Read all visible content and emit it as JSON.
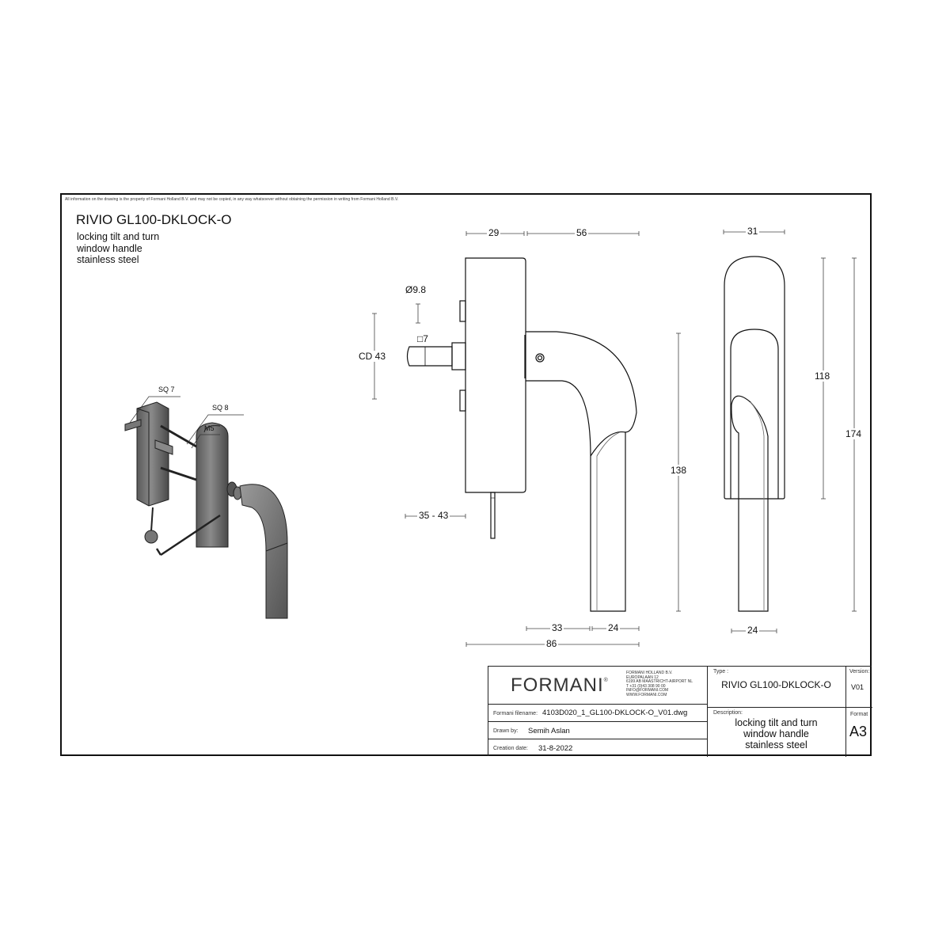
{
  "sheet": {
    "copyright_notice": "All information on the drawing is the property of Formani Holland B.V. and may not be copied, in any way whatsoever without obtaining the permission in writing from Formani Holland B.V.",
    "title": "RIVIO GL100-DKLOCK-O",
    "subtitle_lines": [
      "locking tilt and turn",
      "window handle",
      "stainless steel"
    ]
  },
  "isometric_view": {
    "callouts": [
      "SQ 7",
      "SQ 8",
      "M5"
    ]
  },
  "side_view": {
    "dimensions": {
      "top_left": "29",
      "top_right": "56",
      "spindle_diameter": "Ø9.8",
      "spindle_square": "□7",
      "center_distance": "CD 43",
      "door_thickness": "35 - 43",
      "handle_height": "138",
      "bottom_left": "33",
      "bottom_right": "24",
      "overall_width": "86"
    }
  },
  "front_view": {
    "dimensions": {
      "rose_width": "31",
      "rose_height": "118",
      "overall_height": "174",
      "grip_width": "24"
    }
  },
  "title_block": {
    "logo": "FORMANI",
    "logo_mark": "®",
    "address_lines": [
      "FORMANI HOLLAND B.V.",
      "EUROPALAAN 12",
      "6199 AB MAASTRICHT-AIRPORT NL",
      "T +31 (0)43 308 90 00",
      "INFO@FORMANI.COM",
      "WWW.FORMANI.COM"
    ],
    "filename_label": "Formani filename:",
    "filename_value": "4103D020_1_GL100-DKLOCK-O_V01.dwg",
    "drawn_by_label": "Drawn by:",
    "drawn_by_value": "Semih Aslan",
    "creation_date_label": "Creation date:",
    "creation_date_value": "31-8-2022",
    "type_label": "Type :",
    "type_value": "RIVIO GL100-DKLOCK-O",
    "version_label": "Version:",
    "version_value": "V01",
    "description_label": "Description:",
    "description_lines": [
      "locking tilt and turn",
      "window handle",
      "stainless steel"
    ],
    "format_label": "Format",
    "format_value": "A3"
  },
  "colors": {
    "line": "#111111",
    "dimension_line": "#555555",
    "iso_fill": "#6e6e6e",
    "background": "#ffffff"
  }
}
